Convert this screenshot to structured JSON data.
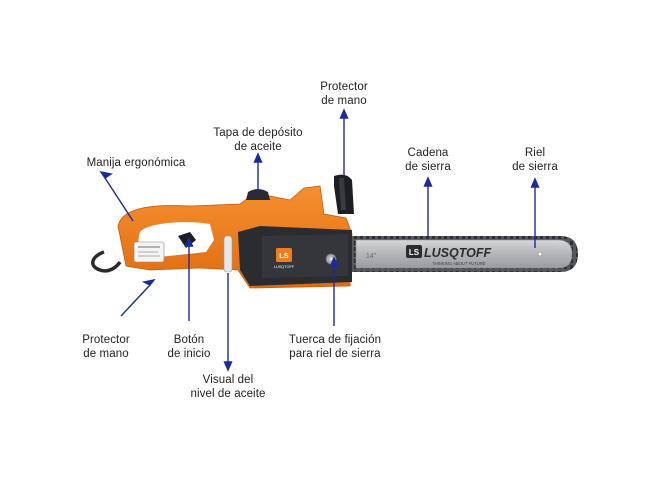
{
  "colors": {
    "arrow": "#1b2a9c",
    "body_orange": "#f07d1a",
    "body_dark": "#2a2c30",
    "bar_metal": "#b9bbbe",
    "chain": "#4a4c50"
  },
  "brand": {
    "logo_text": "LUSQTOFF",
    "tagline": "THINKING ABOUT FUTURE",
    "motor_badge": "LUSQTOFF"
  },
  "labels": {
    "hand_guard_top": "Protector\nde mano",
    "oil_cap": "Tapa de depósito\nde aceite",
    "handle": "Manija ergonómica",
    "chain": "Cadena\nde sierra",
    "bar": "Riel\nde sierra",
    "hand_guard_bottom": "Protector\nde mano",
    "start_button": "Botón\nde inicio",
    "oil_level": "Visual del\nnivel de aceite",
    "bar_nut": "Tuerca de fijación\npara riel de sierra"
  },
  "icons": [
    "chainsaw-illustration",
    "arrow-up",
    "arrow-down"
  ]
}
